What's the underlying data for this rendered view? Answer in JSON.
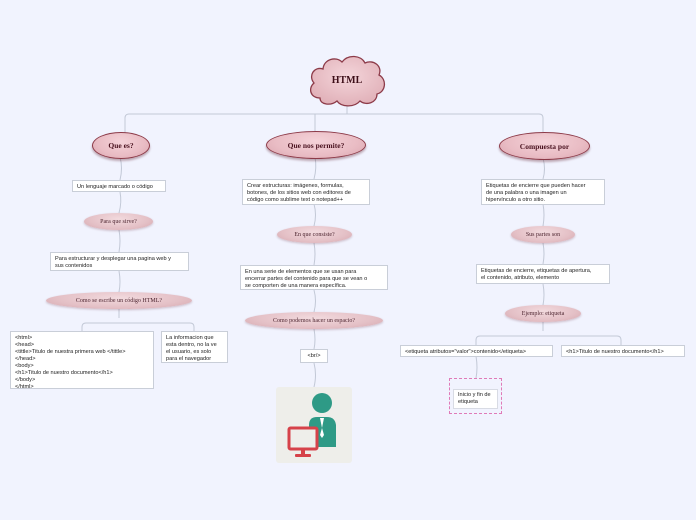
{
  "root": {
    "title": "HTML"
  },
  "branches": {
    "que_es": {
      "title": "Que es?",
      "definition": "Un lenguaje marcado o código",
      "sub1": "Para que sirve?",
      "purpose": "Para estructurar y desplegar una pagina web y\nsus contenidos",
      "sub2": "Como se escribe un código HTML?",
      "code": "<html>\n<head>\n<tittle>Titulo de nuestra primera web </tittle>\n</head>\n<body>\n<h1>Titulo de nuestro documento</h1>\n</body>\n</html>",
      "note": "La informacion que\nesta dentro, no la ve\nel usuario, es solo\npara el navegador"
    },
    "que_permite": {
      "title": "Que nos permite?",
      "text1": "Crear estructuras: imágenes, formulas,\nbotones, de los sitios web con editores de\ncódigo como sublime text o notepad++",
      "sub1": "En que consiste?",
      "text2": "En una serie de elementos que se usan para\nencerrar partes del contenido para que se vean o\nse comporten de una manera específica.",
      "sub2": "Como podemos hacer un espacio?",
      "br": "<br/>"
    },
    "compuesta": {
      "title": "Compuesta por",
      "text1": "Etiquetas de encierre que pueden hacer\nde una palabra o una imagen un\nhipervínculo a otro sitio.",
      "sub1": "Sus partes son",
      "text2": "Etiquetas de encierre, etiquetas de apertura,\nel contenido, atributo, elemento",
      "sub2": "Ejemplo: etiqueta",
      "example1": "<etiqueta atributos=\"valor\">contenido</etiqueta>",
      "example2": "<h1>Titulo de nuestro documento</h1>",
      "start_end": "Inicio y fin de\netiqueta"
    }
  },
  "colors": {
    "background": "#f1f3fe",
    "connector": "#c2c8d6",
    "oval_main": "#e9bcc4",
    "oval_border": "#8c3a48",
    "dashed_border": "#e07ab8",
    "figure_teal": "#2e9a86",
    "figure_red": "#d6424a"
  },
  "illustration": {
    "icon": "person-at-computer-icon"
  }
}
